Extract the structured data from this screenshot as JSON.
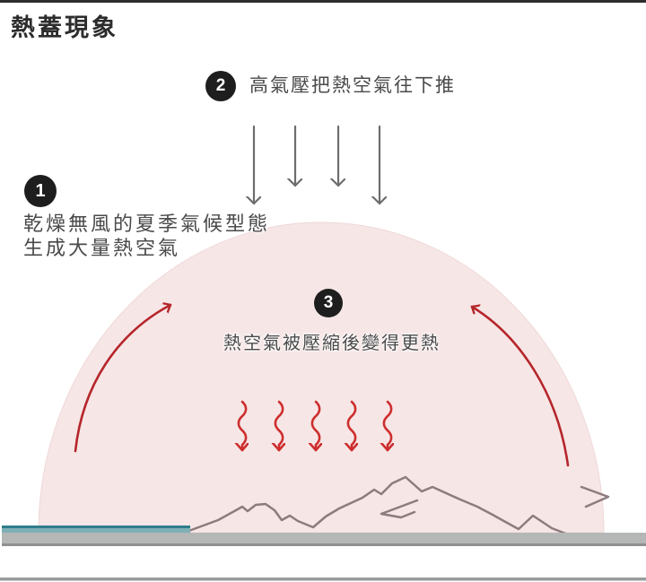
{
  "page": {
    "title": "熱蓋現象"
  },
  "steps": {
    "one": {
      "number": "1",
      "line1": "乾燥無風的夏季氣候型態",
      "line2": "生成大量熱空氣"
    },
    "two": {
      "number": "2",
      "text": "高氣壓把熱空氣往下推"
    },
    "three": {
      "number": "3",
      "text": "熱空氣被壓縮後變得更熱"
    }
  },
  "icons": {
    "pressure_arrows": "four gray arrows pushing down",
    "rising_air_arrows": "red curved arrows rising along dome sides",
    "heat_wave_arrows": "five red wavy arrows radiating heat downward",
    "mountain": "mountain ridge silhouette",
    "water": "teal water strip",
    "ground": "gray ground bar"
  },
  "colors": {
    "title": "#2c2c2c",
    "text": "#4a4a4a",
    "step_circle": "#1e1e1e",
    "step_circle_text": "#ffffff",
    "dome": "#f7e6e6",
    "dome_edge": "#efd8d8",
    "gray_arrow": "#6d6d6d",
    "red_arrow": "#b5262b",
    "heat_wave": "#ce2e2e",
    "mountain": "#8d7b7e",
    "water": "#7fb0b6",
    "water_edge": "#2f7d8c",
    "ground": "#b4b7b6",
    "ground_line": "#8e918f",
    "top_border": "#2d2d2d",
    "bottom_border": "#999c9b"
  }
}
